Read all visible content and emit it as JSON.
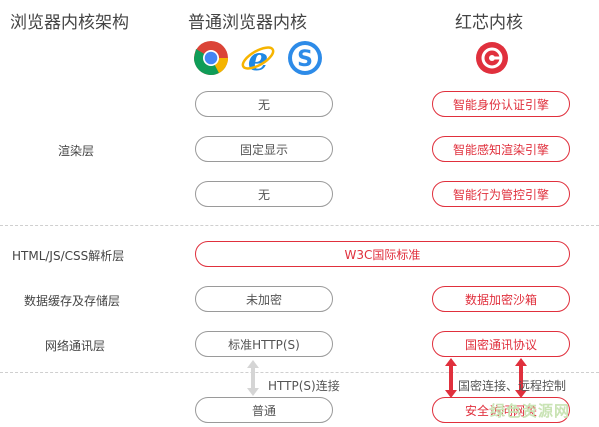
{
  "headers": {
    "arch": "浏览器内核架构",
    "normal": "普通浏览器内核",
    "redcore": "红芯内核"
  },
  "icons": {
    "chrome": "chrome-icon",
    "ie": "ie-icon",
    "sogou": "sogou-icon",
    "redcore": "redcore-logo-icon"
  },
  "layers": {
    "render": "渲染层",
    "parse": "HTML/JS/CSS解析层",
    "storage": "数据缓存及存储层",
    "network": "网络通讯层"
  },
  "normal": {
    "r1": "无",
    "r2": "固定显示",
    "r3": "无",
    "storage": "未加密",
    "network": "标准HTTP(S)",
    "bottom": "普通"
  },
  "redcore": {
    "r1": "智能身份认证引擎",
    "r2": "智能感知渲染引擎",
    "r3": "智能行为管控引擎",
    "storage": "数据加密沙箱",
    "network": "国密通讯协议",
    "bottom": "安全访问网关"
  },
  "shared": {
    "w3c": "W3C国际标准"
  },
  "connections": {
    "normal": "HTTP(S)连接",
    "redcore": "国密连接、远程控制"
  },
  "watermark": "绿色资源网",
  "colors": {
    "accent": "#e0303d",
    "gray_border": "#9a9a9a"
  }
}
